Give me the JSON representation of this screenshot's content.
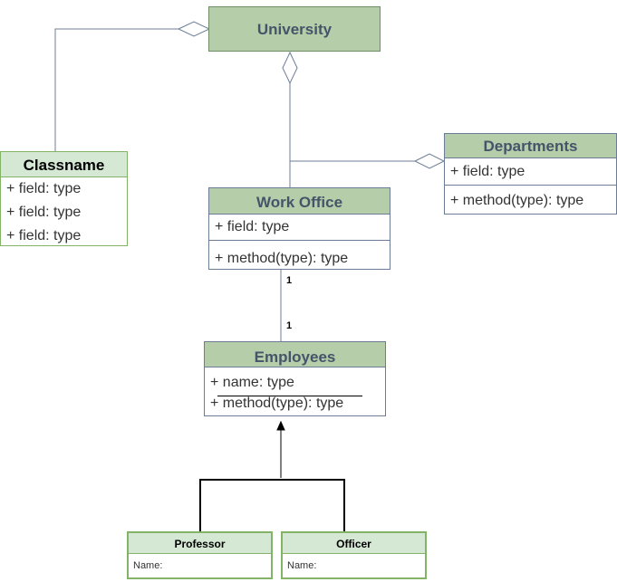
{
  "university": {
    "title": "University"
  },
  "classname": {
    "title": "Classname",
    "fields": [
      "+ field: type",
      "+ field: type",
      "+ field: type"
    ]
  },
  "departments": {
    "title": "Departments",
    "field": "+ field: type",
    "method": "+ method(type): type"
  },
  "work_office": {
    "title": "Work Office",
    "field": "+ field: type",
    "method": "+ method(type): type"
  },
  "employees": {
    "title": "Employees",
    "field": "+ name: type",
    "method": "+ method(type): type"
  },
  "professor": {
    "title": "Professor",
    "field": "Name:"
  },
  "officer": {
    "title": "Officer",
    "field": "Name:"
  },
  "multiplicity": {
    "work_office_end": "1",
    "employees_end": "1"
  },
  "colors": {
    "class_header_fill": "#b5cda9",
    "class_header_text": "#46546a",
    "green_border": "#82b366",
    "green_header_fill": "#d5e8d4",
    "connector": "#6b7d96"
  }
}
